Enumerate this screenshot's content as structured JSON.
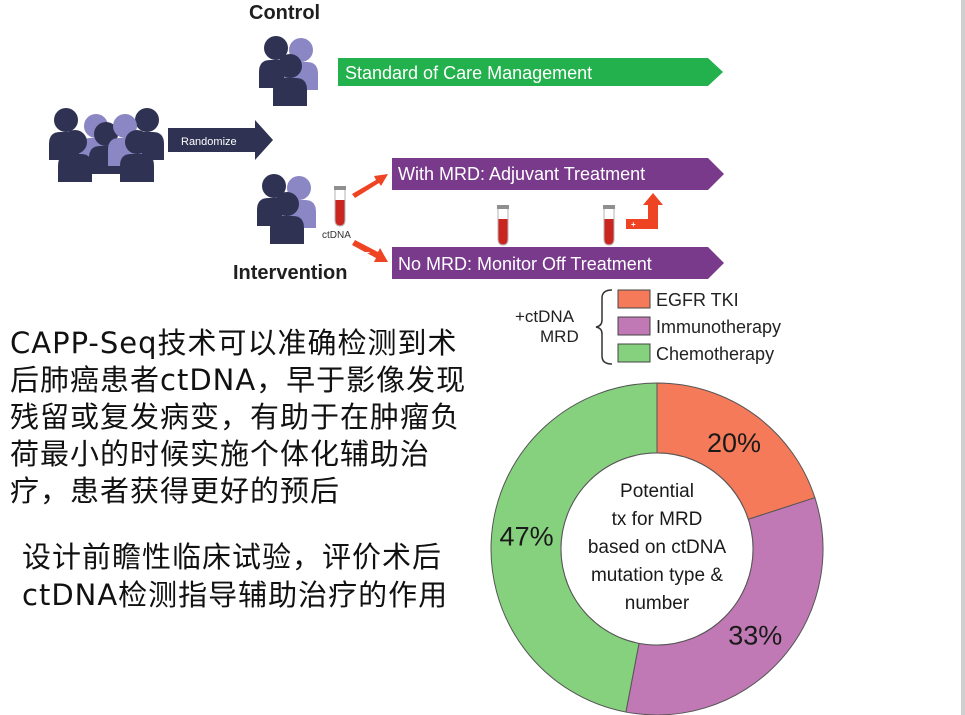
{
  "diagram": {
    "control_label": "Control",
    "intervention_label": "Intervention",
    "randomize_label": "Randomize",
    "ctdna_label": "ctDNA",
    "plus_sign": "+",
    "minus_sign": "−",
    "arrows": {
      "standard_care": "Standard of Care Management",
      "with_mrd": "With MRD: Adjuvant Treatment",
      "no_mrd": "No MRD: Monitor Off Treatment"
    },
    "colors": {
      "navy": "#2f3252",
      "lavender": "#8b86c4",
      "green": "#22b14c",
      "purple": "#7a3a8c",
      "red": "#d92b1e",
      "orange_arrow": "#ef4423"
    }
  },
  "legend": {
    "bracket_label_line1": "+ctDNA",
    "bracket_label_line2": "MRD",
    "items": [
      {
        "label": "EGFR TKI",
        "color": "#f47a5a"
      },
      {
        "label": "Immunotherapy",
        "color": "#c079b4"
      },
      {
        "label": "Chemotherapy",
        "color": "#86d17e"
      }
    ]
  },
  "text": {
    "paragraph1": "CAPP-Seq技术可以准确检测到术后肺癌患者ctDNA，早于影像发现残留或复发病变，有助于在肿瘤负荷最小的时候实施个体化辅助治疗，患者获得更好的预后",
    "paragraph2": "设计前瞻性临床试验，评价术后ctDNA检测指导辅助治疗的作用"
  },
  "donut": {
    "center_lines": [
      "Potential",
      "tx for MRD",
      "based on ctDNA",
      "mutation type &",
      "number"
    ]
  },
  "chart_data": {
    "type": "pie",
    "categories": [
      "EGFR TKI",
      "Immunotherapy",
      "Chemotherapy"
    ],
    "values": [
      20,
      33,
      47
    ],
    "value_labels": [
      "20%",
      "33%",
      "47%"
    ],
    "colors": [
      "#f47a5a",
      "#c079b4",
      "#86d17e"
    ],
    "title": "",
    "donut": true
  }
}
